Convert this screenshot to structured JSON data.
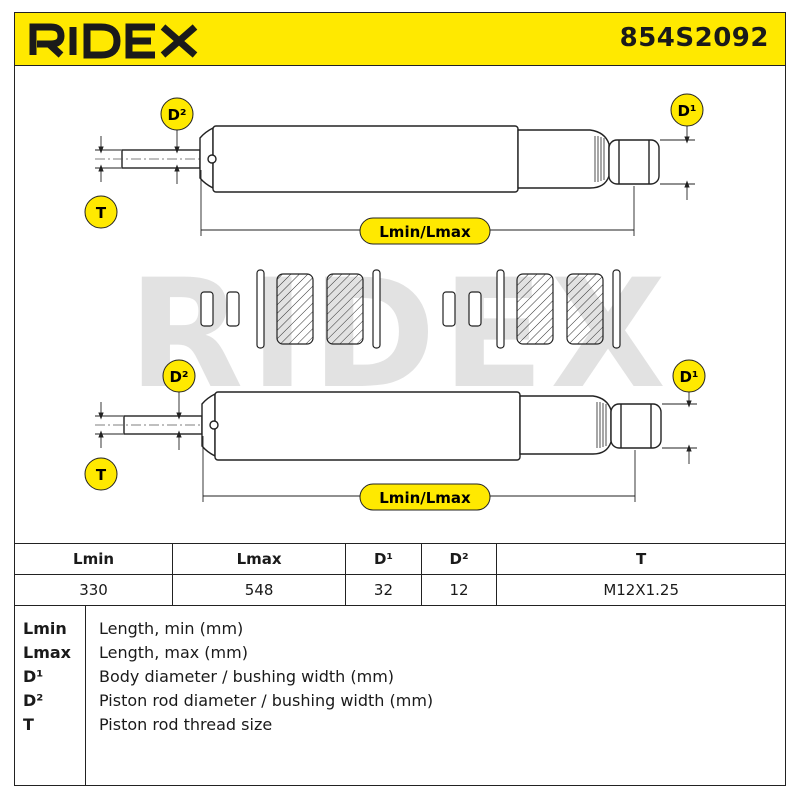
{
  "header": {
    "brand": "RIDEX",
    "part_number": "854S2092",
    "accent_color": "#ffe900"
  },
  "diagram": {
    "label_d2": "D²",
    "label_d1": "D¹",
    "label_t": "T",
    "label_length": "Lmin/Lmax",
    "watermark": "RIDEX"
  },
  "spec_table": {
    "headers": [
      "Lmin",
      "Lmax",
      "D¹",
      "D²",
      "T"
    ],
    "values": [
      "330",
      "548",
      "32",
      "12",
      "M12X1.25"
    ]
  },
  "legend": [
    {
      "key": "Lmin",
      "desc": "Length, min (mm)"
    },
    {
      "key": "Lmax",
      "desc": "Length, max (mm)"
    },
    {
      "key": "D¹",
      "desc": "Body diameter / bushing width (mm)"
    },
    {
      "key": "D²",
      "desc": "Piston rod diameter / bushing width (mm)"
    },
    {
      "key": "T",
      "desc": "Piston rod thread size"
    }
  ]
}
